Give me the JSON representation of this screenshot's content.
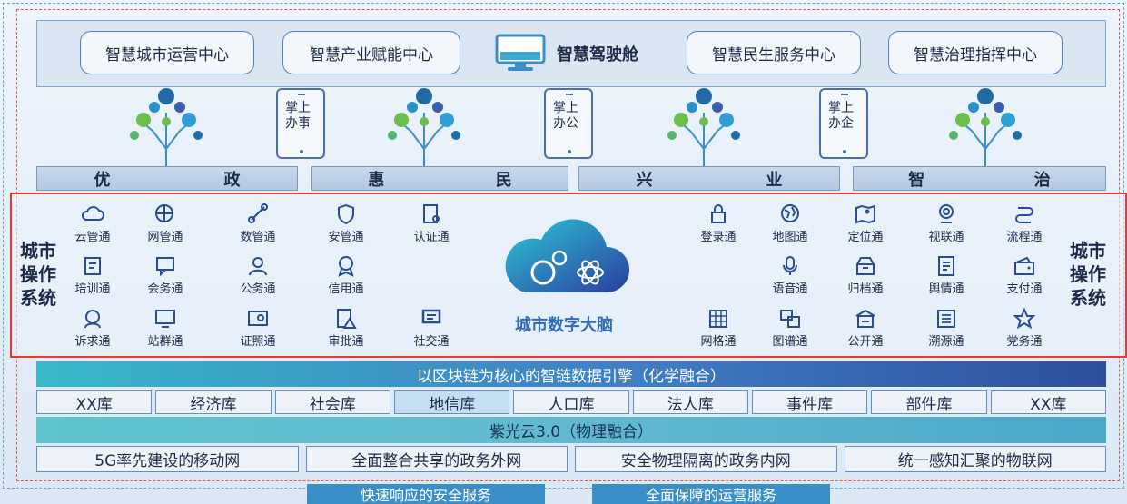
{
  "top_centers": [
    "智慧城市运营中心",
    "智慧产业赋能中心",
    "智慧民生服务中心",
    "智慧治理指挥中心"
  ],
  "cockpit": "智慧驾驶舱",
  "tablets": [
    [
      "掌上",
      "办事"
    ],
    [
      "掌上",
      "办公"
    ],
    [
      "掌上",
      "办企"
    ]
  ],
  "categories": [
    [
      "优",
      "政"
    ],
    [
      "惠",
      "民"
    ],
    [
      "兴",
      "业"
    ],
    [
      "智",
      "治"
    ]
  ],
  "os_side_label": [
    "城市",
    "操作",
    "系统"
  ],
  "brain": "城市数字大脑",
  "services_left": [
    [
      "云管通",
      "网管通",
      "数管通",
      "安管通",
      "认证通"
    ],
    [
      "培训通",
      "会务通",
      "公务通",
      "信用通"
    ],
    [
      "诉求通",
      "站群通",
      "证照通",
      "审批通",
      "社交通"
    ]
  ],
  "services_right": [
    [
      "登录通",
      "地图通",
      "定位通",
      "视联通",
      "流程通"
    ],
    [
      "语音通",
      "归档通",
      "舆情通",
      "支付通"
    ],
    [
      "网格通",
      "图谱通",
      "公开通",
      "溯源通",
      "党务通"
    ]
  ],
  "engine": "以区块链为核心的智链数据引擎（化学融合）",
  "libraries": [
    "XX库",
    "经济库",
    "社会库",
    "地信库",
    "人口库",
    "法人库",
    "事件库",
    "部件库",
    "XX库"
  ],
  "cloud": "紫光云3.0（物理融合）",
  "networks": [
    "5G率先建设的移动网",
    "全面整合共享的政务外网",
    "安全物理隔离的政务内网",
    "统一感知汇聚的物联网"
  ],
  "bottom_tags": [
    "快速响应的安全服务",
    "全面保障的运营服务"
  ],
  "colors": {
    "accent": "#2f6bb5",
    "red_frame": "#e53b33",
    "teal": "#39b8c8"
  }
}
